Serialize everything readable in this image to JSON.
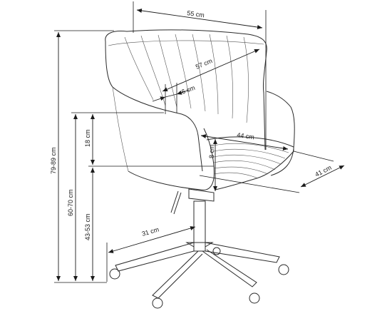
{
  "diagram": {
    "dimensions": {
      "top_width": "55 cm",
      "seat_depth_diagonal": "57 cm",
      "arm_thickness": "6 cm",
      "seat_width": "44 cm",
      "cushion_thickness": "8 cm",
      "seat_depth_side": "41 cm",
      "base_radius": "31 cm",
      "total_height": "79-89 cm",
      "armrest_height": "60-70 cm",
      "seat_height": "43-53 cm",
      "armrest_above_seat": "18 cm"
    }
  }
}
